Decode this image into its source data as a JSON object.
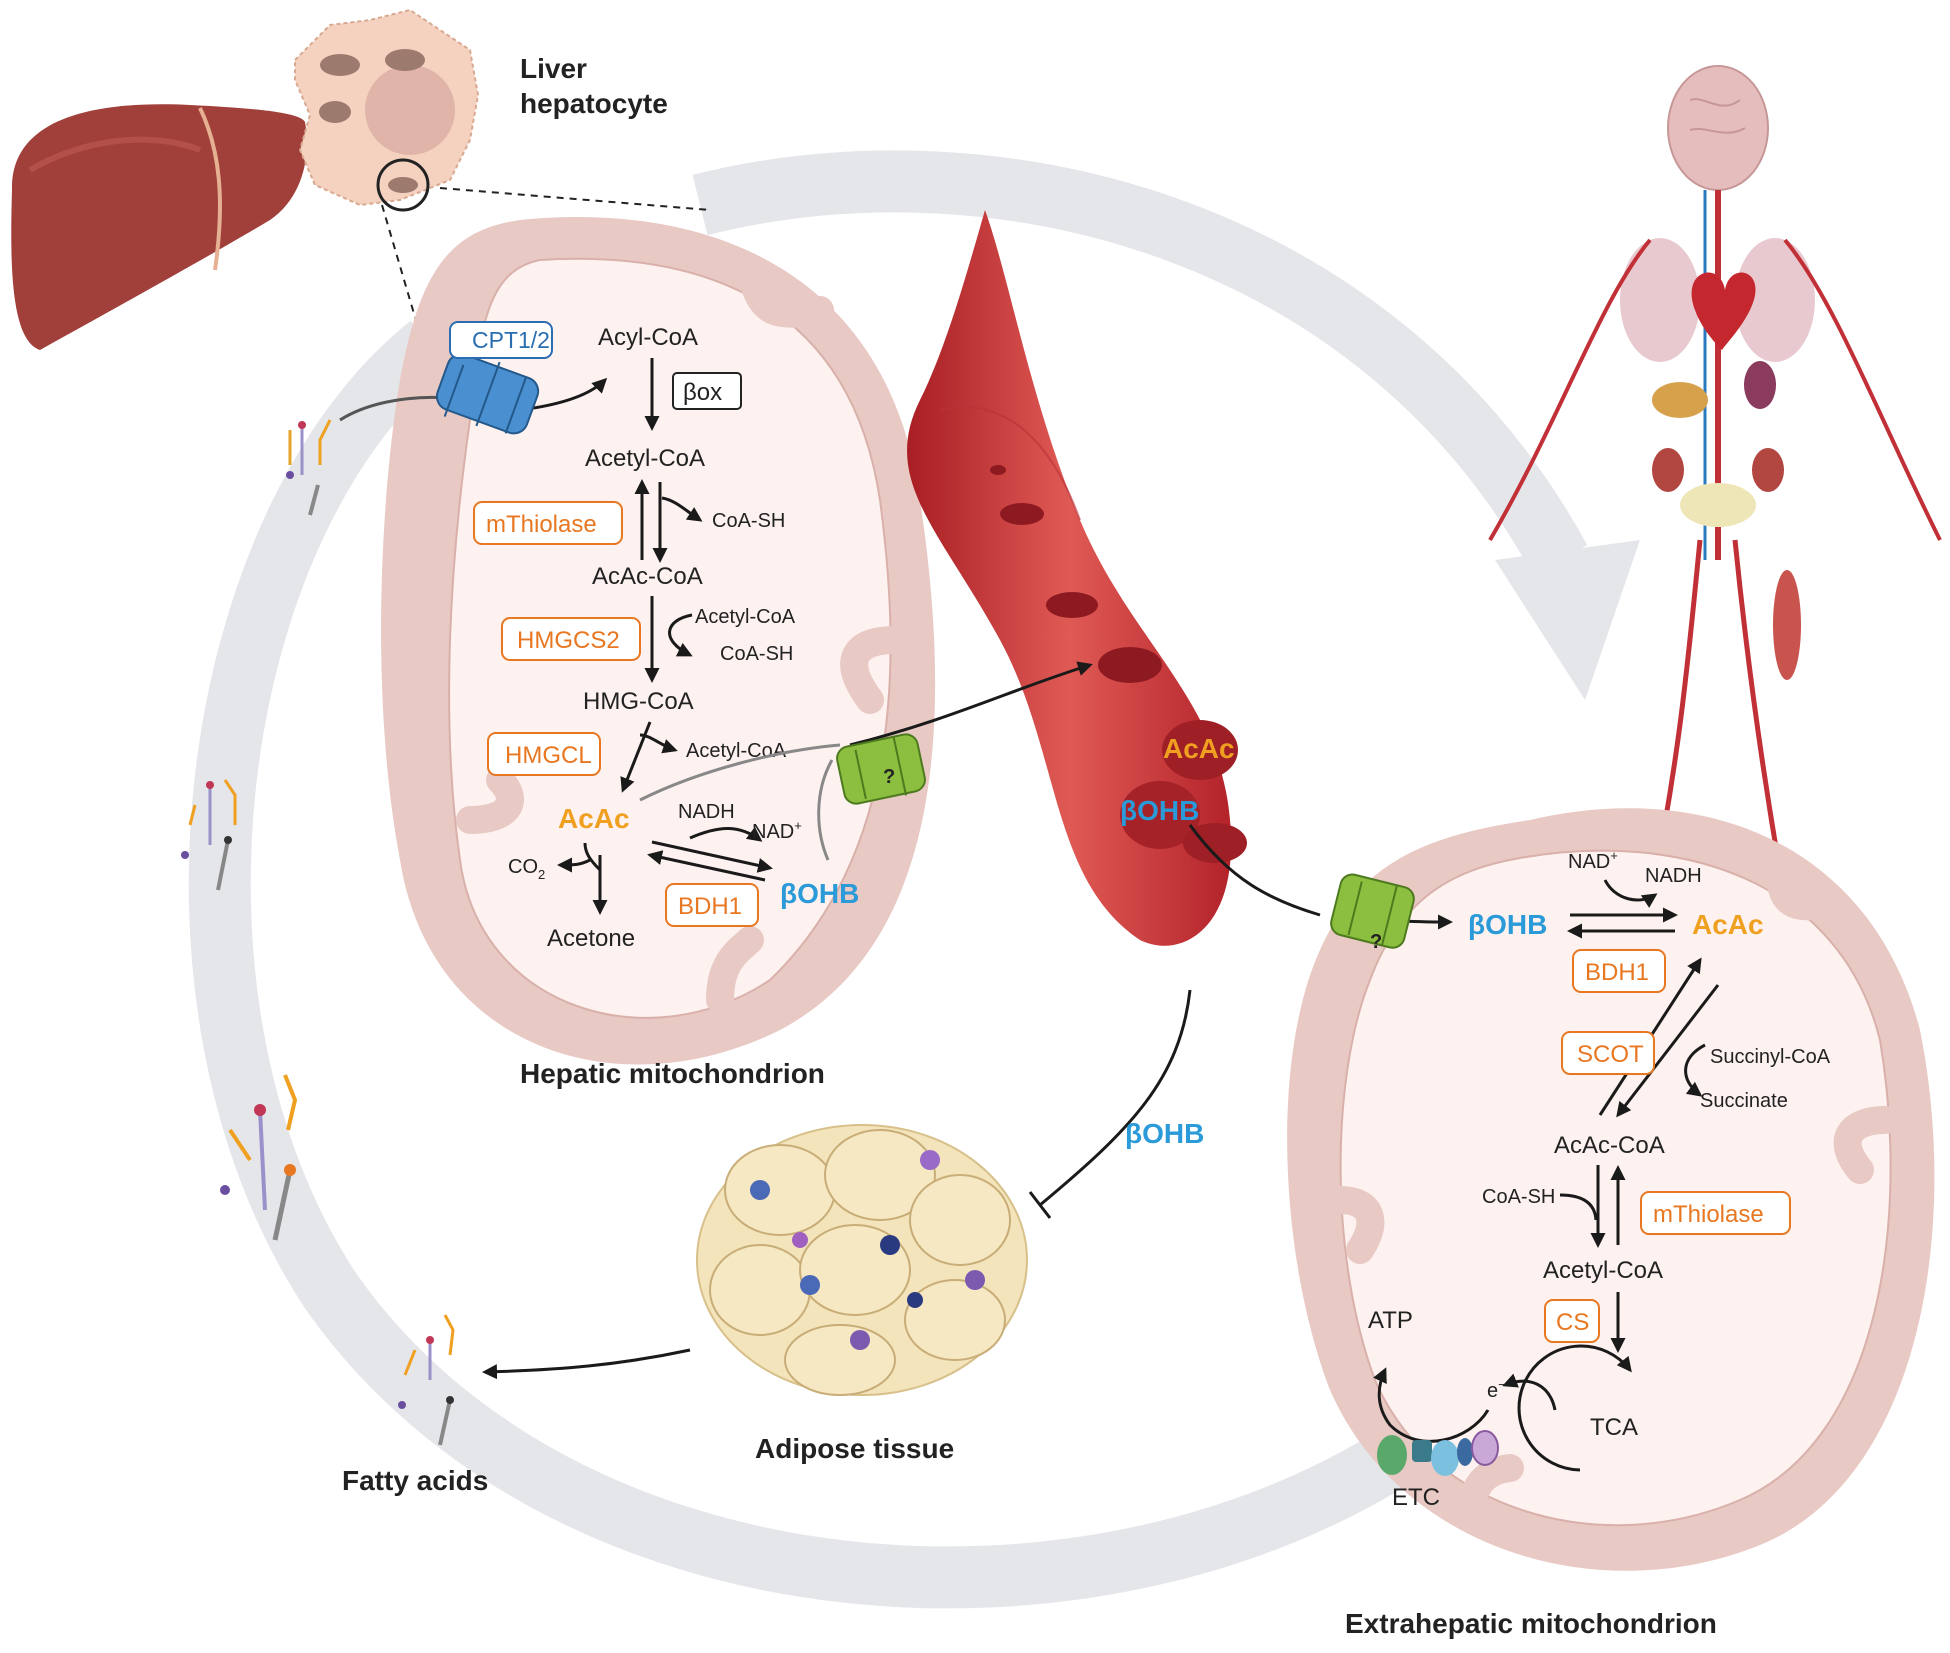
{
  "labels": {
    "liver_hepatocyte": [
      "Liver",
      "hepatocyte"
    ],
    "cpt": "CPT1/2",
    "acyl_coa": "Acyl-CoA",
    "box": "βox",
    "acetyl_coa": "Acetyl-CoA",
    "coa_sh": "CoA-SH",
    "acac_coa": "AcAc-CoA",
    "hmg_coa": "HMG-CoA",
    "acac": "AcAc",
    "bohb": "βOHB",
    "nadh": "NADH",
    "nad": "NAD",
    "nad_sup": "+",
    "co2": "CO",
    "co2_sub": "2",
    "acetone": "Acetone",
    "question": "?",
    "succinyl_coa": "Succinyl-CoA",
    "succinate": "Succinate",
    "atp": "ATP",
    "electron": "e",
    "electron_sup": "−",
    "tca": "TCA",
    "etc": "ETC",
    "hepatic_mito": "Hepatic mitochondrion",
    "extrahepatic_mito": "Extrahepatic mitochondrion",
    "adipose": "Adipose tissue",
    "fatty_acids": "Fatty acids"
  },
  "enzymes": {
    "mthiolase": "mThiolase",
    "hmgcs2": "HMGCS2",
    "hmgcl": "HMGCL",
    "bdh1": "BDH1",
    "scot": "SCOT",
    "cs": "CS"
  },
  "colors": {
    "enzyme": "#e87722",
    "acac": "#f0a020",
    "bohb": "#2a9ad8",
    "mito_outer": "#e8c9c4",
    "mito_inner": "#fdf2f0",
    "vessel": "#c4272e",
    "liver": "#a13f3a",
    "transporter": "#8cbf3f",
    "cpt": "#4a90d0",
    "cycle_arrow": "#e4e6ea"
  }
}
